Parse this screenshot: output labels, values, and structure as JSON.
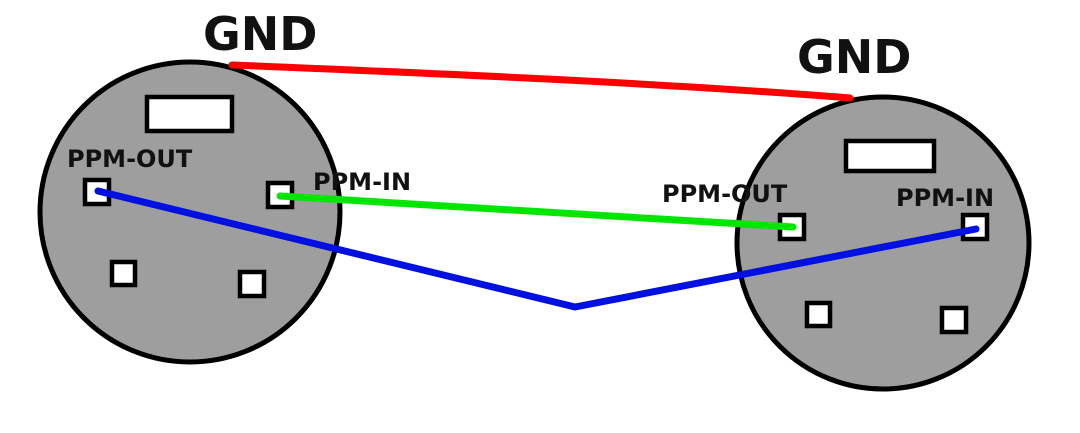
{
  "connectors": [
    {
      "gnd_label": "GND",
      "ppm_out_label": "PPM-OUT",
      "ppm_in_label": "PPM-IN"
    },
    {
      "gnd_label": "GND",
      "ppm_out_label": "PPM-OUT",
      "ppm_in_label": "PPM-IN"
    }
  ],
  "colors": {
    "connector_body": "#9e9e9e",
    "gnd_wire": "#ff0000",
    "ppm_in_out_wire": "#00e600",
    "ppm_out_in_wire": "#0010e0"
  }
}
